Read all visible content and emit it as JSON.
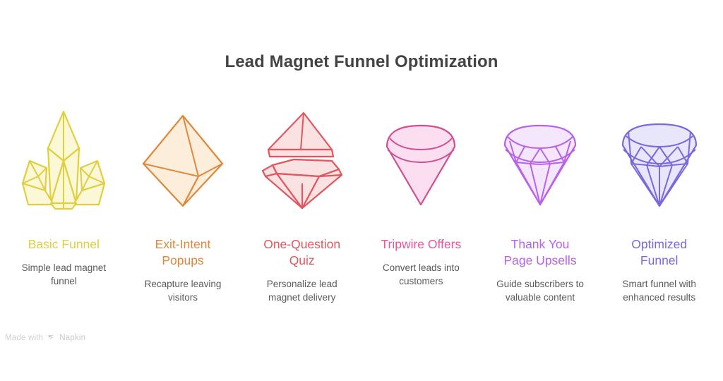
{
  "title": "Lead Magnet Funnel Optimization",
  "background_color": "#ffffff",
  "title_color": "#444444",
  "description_color": "#5a5a5a",
  "footer": {
    "prefix": "Made with",
    "brand": "Napkin",
    "logo_icon": "napkin-logo-icon",
    "color": "#d0d0d0"
  },
  "items": [
    {
      "label": "Basic Funnel",
      "description": "Simple lead magnet\nfunnel",
      "color": "#e0cf3e",
      "fill": "#fbf8d8",
      "icon": "crystal-cluster-gem-icon"
    },
    {
      "label": "Exit-Intent\nPopups",
      "description": "Recapture leaving\nvisitors",
      "color": "#e0883a",
      "fill": "#fdeedc",
      "icon": "octahedron-gem-icon"
    },
    {
      "label": "One-Question\nQuiz",
      "description": "Personalize lead\nmagnet delivery",
      "color": "#e0575f",
      "fill": "#fbe2e2",
      "icon": "split-gem-icon"
    },
    {
      "label": "Tripwire Offers",
      "description": "Convert leads into\ncustomers",
      "color": "#e8559f",
      "fill": "#fbdff0",
      "icon": "round-cut-gem-icon"
    },
    {
      "label": "Thank You\nPage Upsells",
      "description": "Guide subscribers to\nvaluable content",
      "color": "#b862e8",
      "fill": "#f4e6fc",
      "icon": "brilliant-cut-gem-icon"
    },
    {
      "label": "Optimized\nFunnel",
      "description": "Smart funnel with\nenhanced results",
      "color": "#7a69dd",
      "fill": "#e8e6fa",
      "icon": "faceted-diamond-gem-icon"
    }
  ]
}
